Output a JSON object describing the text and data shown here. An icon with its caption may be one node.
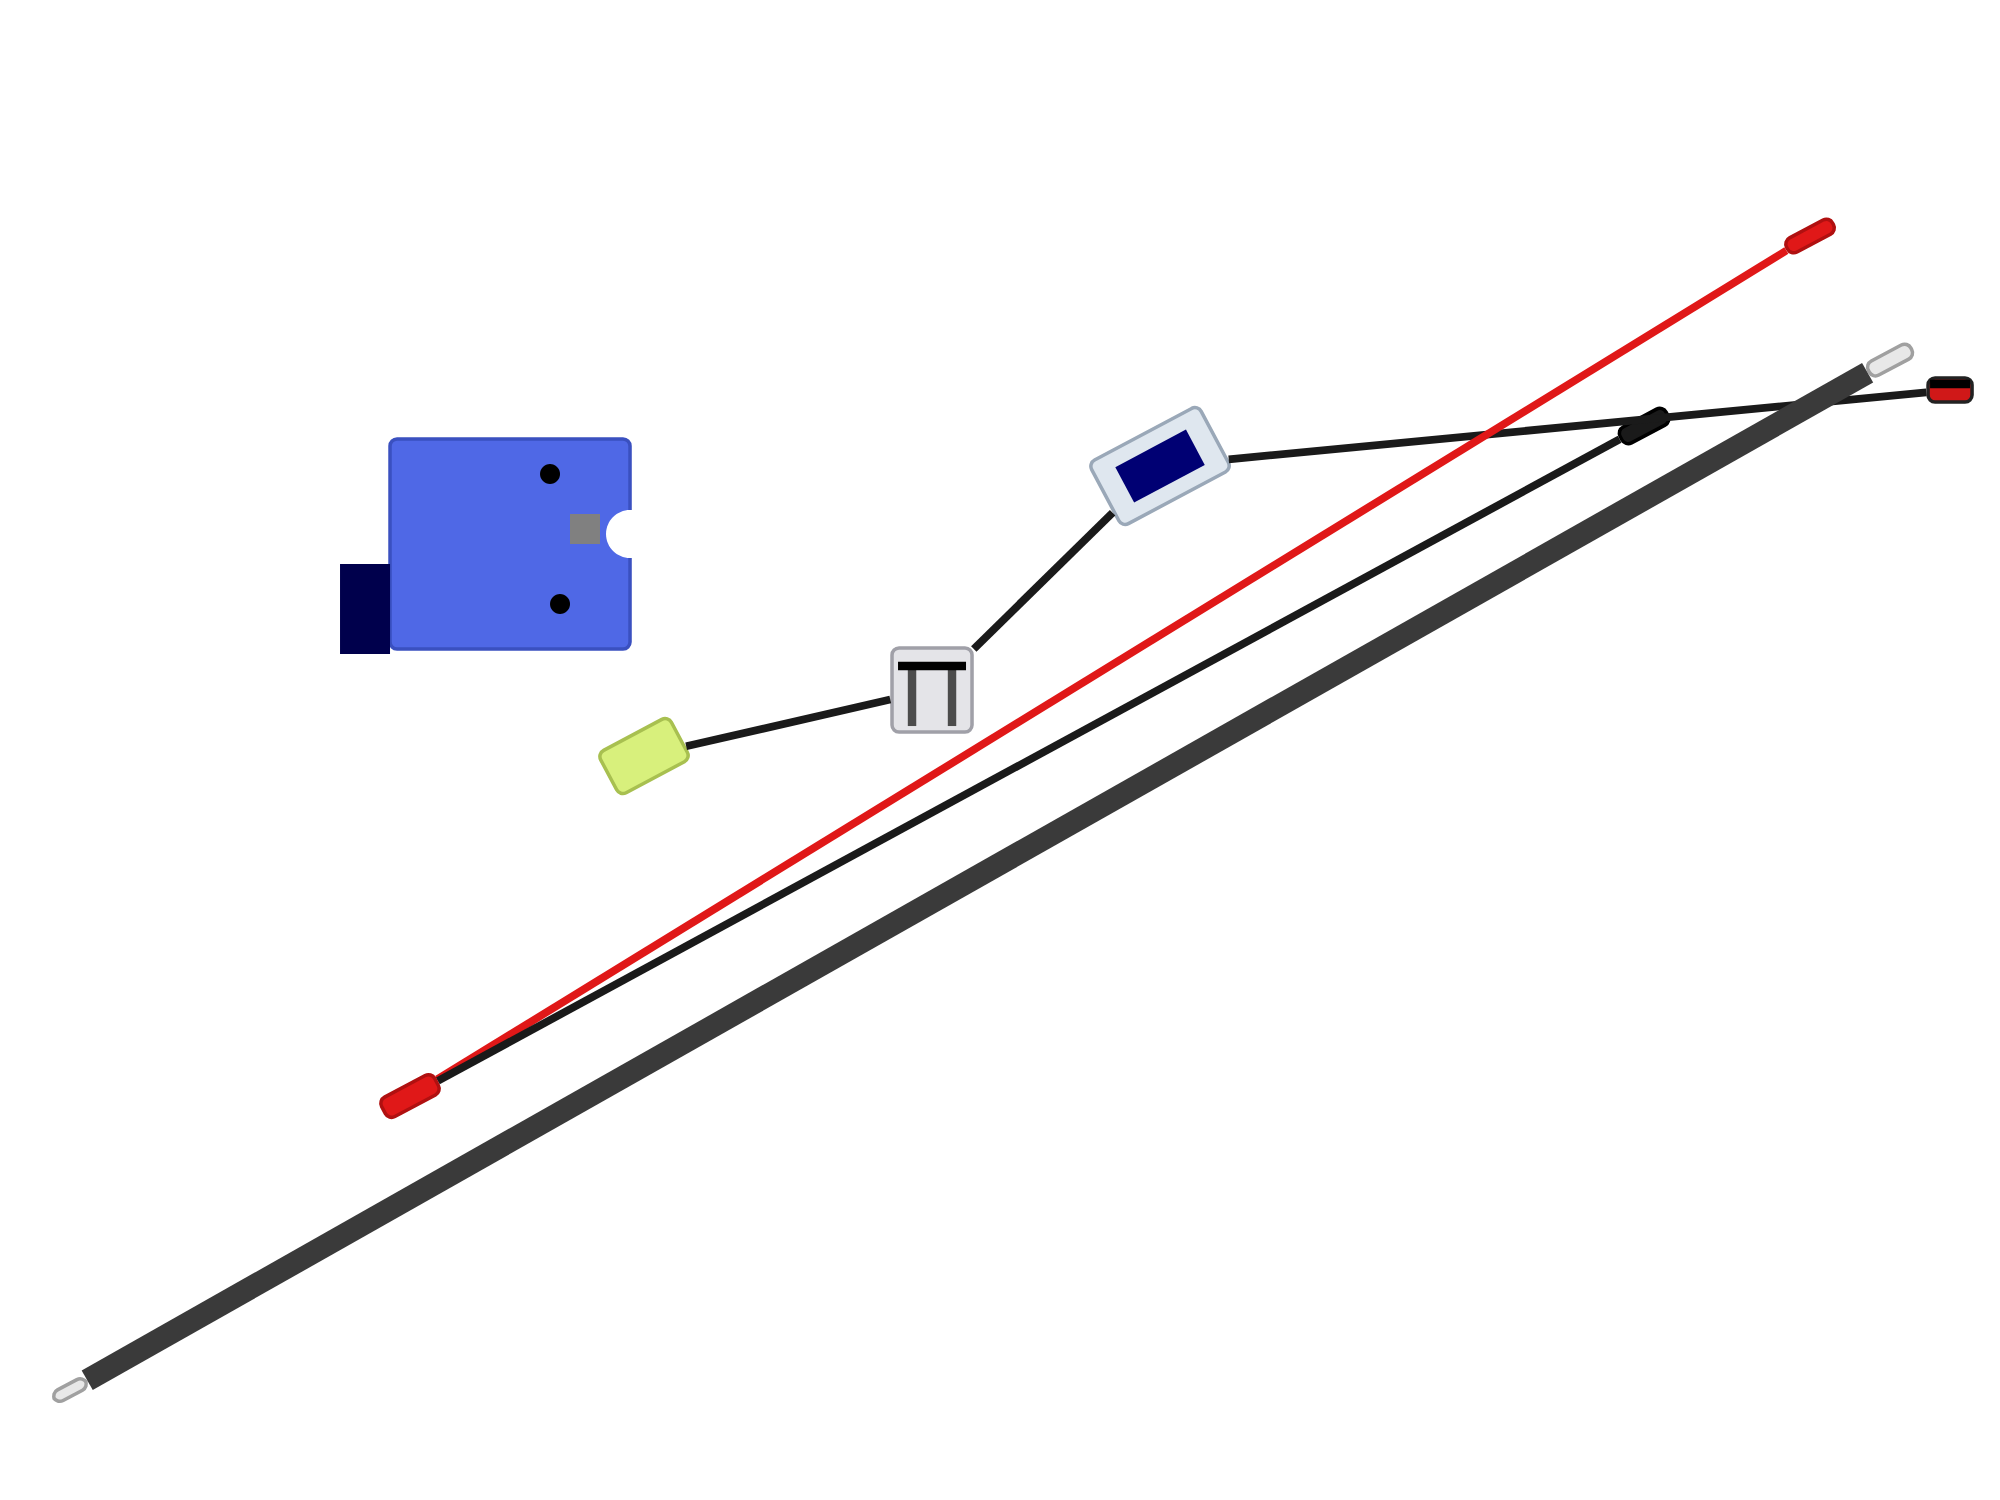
{
  "diagram": {
    "nodes": [
      {
        "text": [],
        "shape": "picture"
      },
      {
        "text": [],
        "shape": "picture"
      },
      {
        "text": [],
        "shape": "picture"
      },
      {
        "text": [],
        "shape": "picture"
      },
      {
        "text": [],
        "shape": "picture"
      },
      {
        "text": [],
        "shape": "picture"
      },
      {
        "text": [],
        "shape": "picture"
      },
      {
        "text": [],
        "shape": "picture"
      },
      {
        "text": [],
        "shape": "picture"
      },
      {
        "text": [],
        "shape": "picture"
      }
    ],
    "edges": [
      {
        "from": 3,
        "to": 2,
        "arrow": "none",
        "color": "#1a1a1a"
      },
      {
        "from": 2,
        "to": 1,
        "arrow": "none",
        "color": "#1a1a1a"
      },
      {
        "from": 1,
        "to": 4,
        "arrow": "none",
        "color": "#1a1a1a"
      },
      {
        "from": 7,
        "to": 5,
        "arrow": "none",
        "color": "#e01818"
      },
      {
        "from": 7,
        "to": 6,
        "arrow": "none",
        "color": "#1a1a1a"
      },
      {
        "from": 9,
        "to": 8,
        "arrow": "none",
        "style": "thick",
        "color": "#3a3a3a"
      }
    ]
  }
}
